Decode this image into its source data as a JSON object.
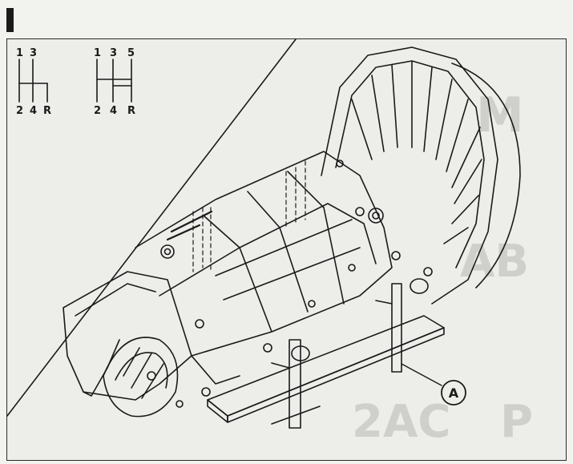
{
  "section": {
    "marker": "I"
  },
  "shift_patterns": [
    {
      "top": [
        "1",
        "3"
      ],
      "bottom": [
        "2",
        "4",
        "R"
      ]
    },
    {
      "top": [
        "1",
        "3",
        "5"
      ],
      "bottom": [
        "2",
        "4",
        "R"
      ]
    }
  ],
  "callout": {
    "label": "A"
  },
  "ghost_text": [
    "M",
    "AB",
    "P",
    "2AC"
  ],
  "colors": {
    "ink": "#1a1a1a",
    "paper": "#ededea",
    "ghost": "#cfcfcb"
  }
}
